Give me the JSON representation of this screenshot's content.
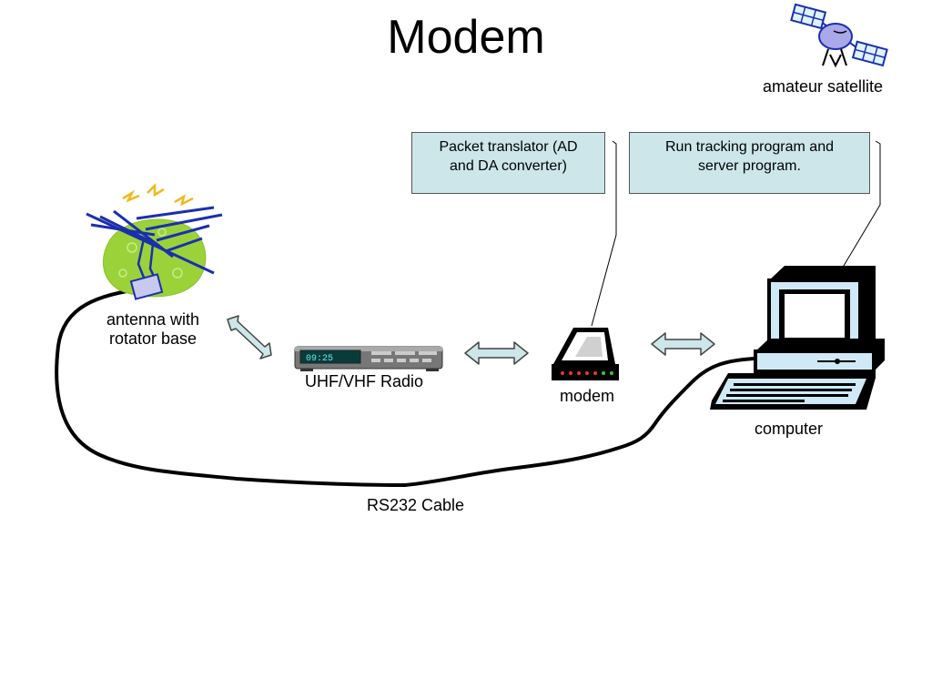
{
  "title": "Modem",
  "labels": {
    "satellite": "amateur satellite",
    "antenna_line1": "antenna with",
    "antenna_line2": "rotator base",
    "radio": "UHF/VHF Radio",
    "modem": "modem",
    "computer": "computer",
    "cable": "RS232 Cable"
  },
  "callouts": {
    "packet_line1": "Packet translator (AD",
    "packet_line2": "and DA converter)",
    "tracking_line1": "Run tracking program and",
    "tracking_line2": "server program."
  },
  "radio_display": "09:25",
  "icons": [
    "satellite-icon",
    "antenna-icon",
    "radio-icon",
    "modem-icon",
    "computer-icon",
    "double-arrow-icon"
  ],
  "colors": {
    "callout_fill": "#cce6ea",
    "arrow_fill": "#cce6ea",
    "computer_screen": "#d6ecf8",
    "antenna_blob": "#9bd23a",
    "antenna_rods": "#1a2fb0"
  }
}
